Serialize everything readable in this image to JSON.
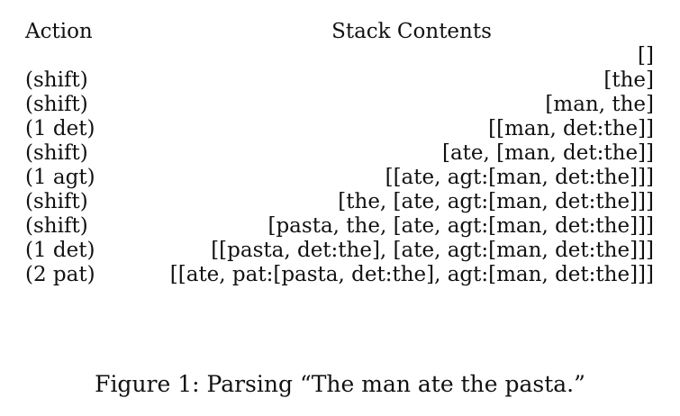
{
  "table": {
    "headers": {
      "action": "Action",
      "stack": "Stack Contents"
    },
    "rows": [
      {
        "action": "",
        "stack": "[]"
      },
      {
        "action": "(shift)",
        "stack": "[the]"
      },
      {
        "action": "(shift)",
        "stack": "[man, the]"
      },
      {
        "action": "(1 det)",
        "stack": "[[man, det:the]]"
      },
      {
        "action": "(shift)",
        "stack": "[ate, [man, det:the]]"
      },
      {
        "action": "(1 agt)",
        "stack": "[[ate, agt:[man, det:the]]]"
      },
      {
        "action": "(shift)",
        "stack": "[the, [ate, agt:[man, det:the]]]"
      },
      {
        "action": "(shift)",
        "stack": "[pasta, the, [ate, agt:[man, det:the]]]"
      },
      {
        "action": "(1 det)",
        "stack": "[[pasta, det:the], [ate, agt:[man, det:the]]]"
      },
      {
        "action": "(2 pat)",
        "stack": "[[ate, pat:[pasta, det:the], agt:[man, det:the]]]"
      }
    ]
  },
  "caption": "Figure 1: Parsing “The man ate the pasta.”"
}
